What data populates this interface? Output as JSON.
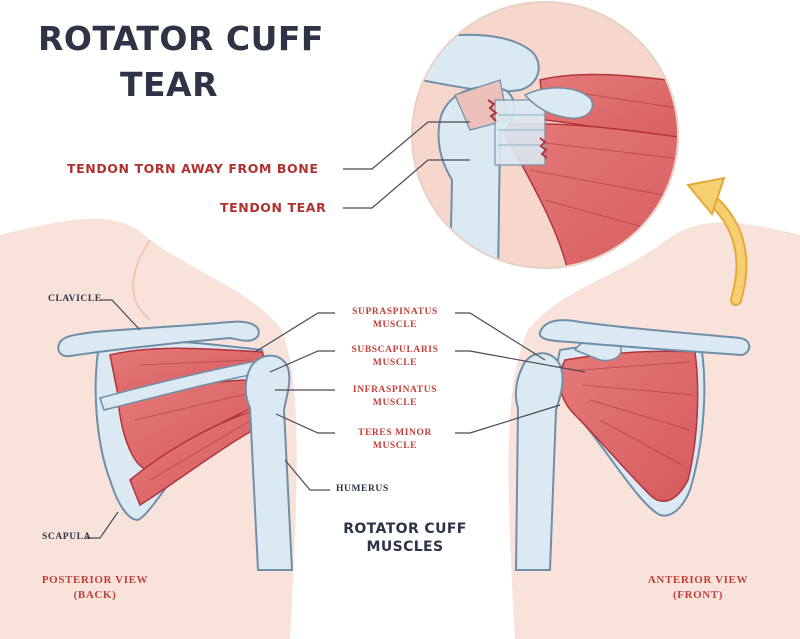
{
  "title": {
    "line1": "ROTATOR CUFF",
    "line2": "TEAR"
  },
  "callouts": {
    "torn_from_bone": "TENDON TORN AWAY FROM BONE",
    "tendon_tear": "TENDON TEAR"
  },
  "muscles": {
    "supraspinatus": {
      "line1": "SUPRASPINATUS",
      "line2": "MUSCLE"
    },
    "subscapularis": {
      "line1": "SUBSCAPULARIS",
      "line2": "MUSCLE"
    },
    "infraspinatus": {
      "line1": "INFRASPINATUS",
      "line2": "MUSCLE"
    },
    "teres_minor": {
      "line1": "TERES MINOR",
      "line2": "MUSCLE"
    }
  },
  "bones": {
    "clavicle": "CLAVICLE",
    "scapula": "SCAPULA",
    "humerus": "HUMERUS"
  },
  "center_title": {
    "line1": "ROTATOR CUFF",
    "line2": "MUSCLES"
  },
  "views": {
    "posterior": {
      "line1": "POSTERIOR VIEW",
      "line2": "(BACK)"
    },
    "anterior": {
      "line1": "ANTERIOR VIEW",
      "line2": "(FRONT)"
    }
  },
  "colors": {
    "skin": "#f8dcd3",
    "bone": "#dbe9f2",
    "bone_stroke": "#6f8fa8",
    "muscle": "#dd6a6a",
    "muscle_light": "#f0a8a2",
    "muscle_stroke": "#b0343a",
    "arrow": "#f2c25d",
    "ink": "#2e3346",
    "label_red": "#c0413c"
  }
}
